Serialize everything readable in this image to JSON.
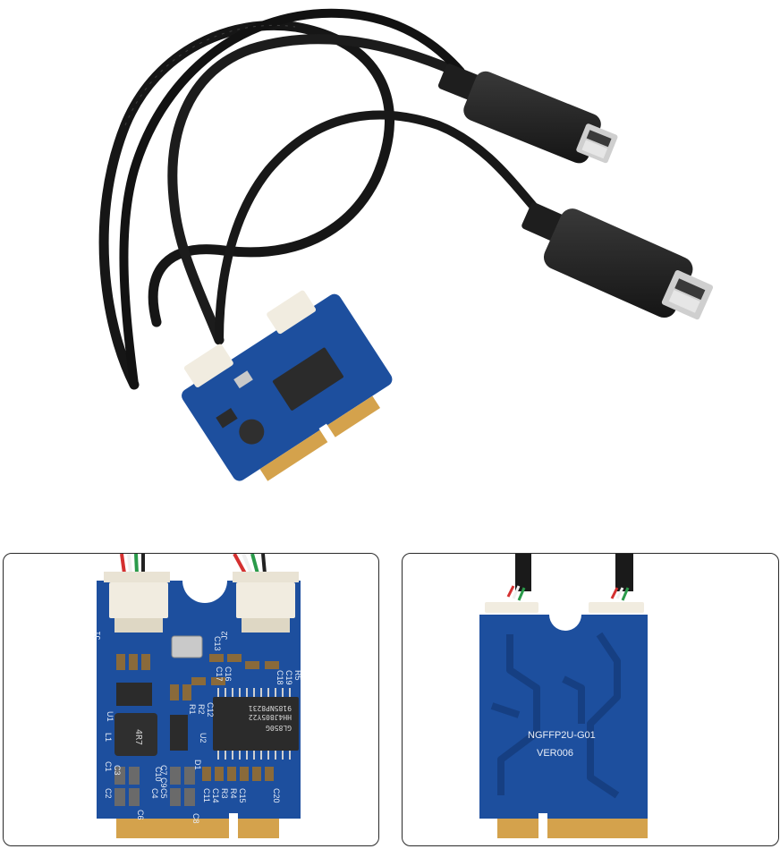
{
  "front_board": {
    "labels": {
      "j1": "J1",
      "j2": "J2",
      "c13": "C13",
      "c16": "C16",
      "c17": "C17",
      "c18": "C18",
      "c19": "C19",
      "r5": "R5",
      "r1": "R1",
      "r2": "R2",
      "c12": "C12",
      "u1": "U1",
      "u2": "U2",
      "l1": "L1",
      "d1": "D1",
      "c1": "C1",
      "c2": "C2",
      "c3": "C3",
      "c4": "C4",
      "c5": "C5",
      "c6": "C6",
      "c7": "C7",
      "c8": "C8",
      "c9": "C9",
      "c10": "C10",
      "c11": "C11",
      "c14": "C14",
      "c15": "C15",
      "c20": "C20",
      "r3": "R3",
      "r4": "R4",
      "inductor": "4R7",
      "chip_line1": "9185NP8231",
      "chip_line2": "HH4J805Y22",
      "chip_line3": "GL850G"
    }
  },
  "back_board": {
    "model": "NGFFP2U-G01",
    "version": "VER006"
  },
  "colors": {
    "pcb": "#1d4f9e",
    "pcb_dark": "#163f82",
    "gold": "#d4a24c",
    "cable": "#1a1a1a",
    "connector": "#f1ece0",
    "chip": "#2b2b2b"
  }
}
